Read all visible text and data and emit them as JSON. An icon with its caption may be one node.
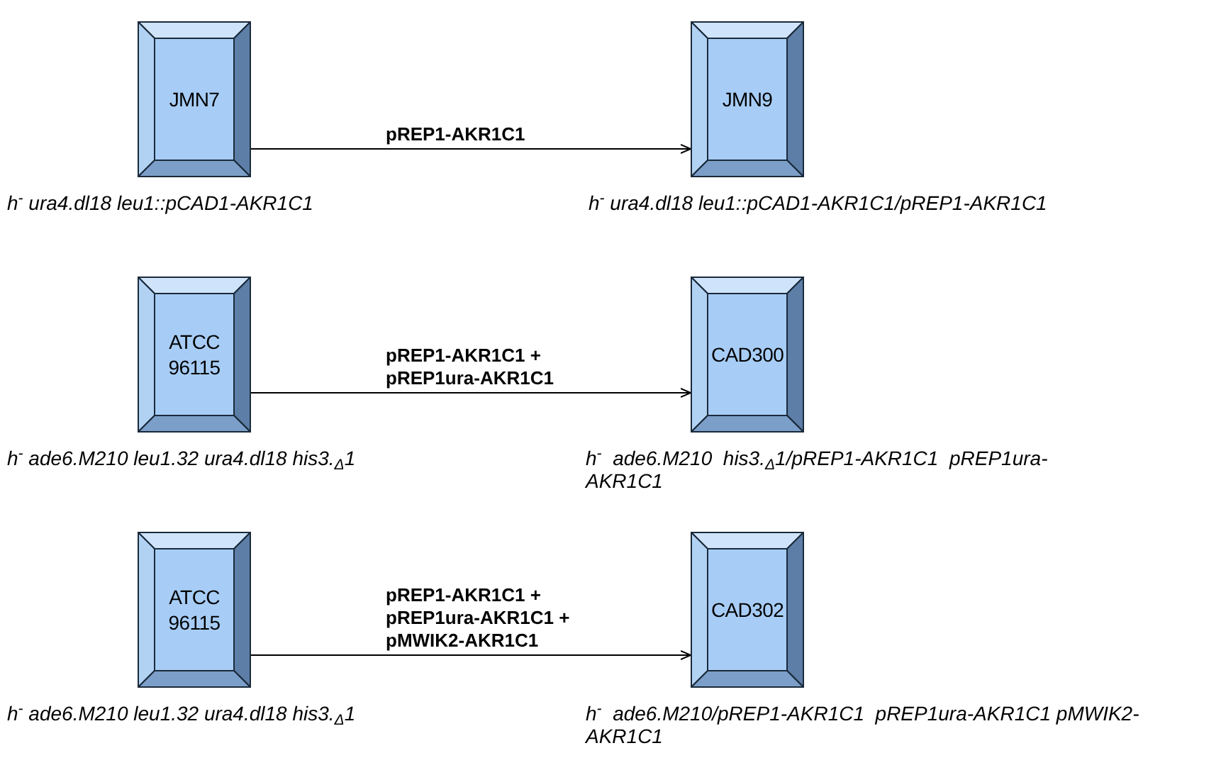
{
  "diagram": {
    "nodes": [
      {
        "text": [
          "JMN7"
        ],
        "beside": [
          "h$^{-}$ ura4.dl18 leu1::pCAD1-AKR1C1"
        ]
      },
      {
        "text": [
          "JMN9"
        ],
        "beside": [
          "h$^{-}$ ura4.dl18 leu1::pCAD1-AKR1C1/pREP1-AKR1C1"
        ]
      },
      {
        "text": [
          "ATCC 96115"
        ],
        "beside": [
          "h$^{-}$ ade6.M210 leu1.32 ura4.dl18 his3.$_{Δ}$1"
        ]
      },
      {
        "text": [
          "CAD300"
        ],
        "beside": [
          "h$^{-}$  ade6.M210  his3.$_{Δ}$1/pREP1-AKR1C1  pREP1ura-AKR1C1"
        ]
      },
      {
        "text": [
          "ATCC 96115"
        ],
        "beside": [
          "h$^{-}$ ade6.M210 leu1.32 ura4.dl18 his3.$_{Δ}$1"
        ]
      },
      {
        "text": [
          "CAD302"
        ],
        "beside": [
          "h$^{-}$  ade6.M210/pREP1-AKR1C1  pREP1ura-AKR1C1 pMWIK2-AKR1C1"
        ]
      }
    ],
    "edges": [
      {
        "from": 0,
        "to": 1,
        "arrow": "to",
        "label": "pREP1-AKR1C1"
      },
      {
        "from": 2,
        "to": 3,
        "arrow": "to",
        "label": "pREP1-AKR1C1 + pREP1ura-AKR1C1"
      },
      {
        "from": 4,
        "to": 5,
        "arrow": "to",
        "label": "pREP1-AKR1C1 + pREP1ura-AKR1C1 + pMWIK2-AKR1C1"
      }
    ]
  }
}
